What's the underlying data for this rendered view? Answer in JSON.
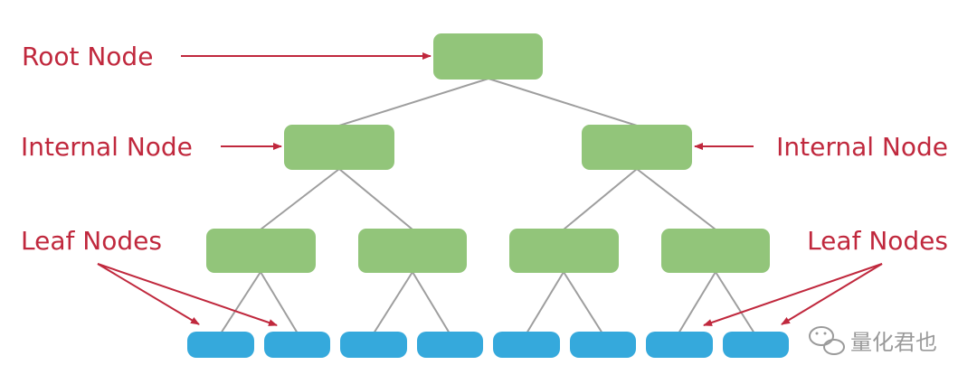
{
  "labels": {
    "root": "Root Node",
    "internal_left": "Internal Node",
    "internal_right": "Internal Node",
    "leaf_left": "Leaf Nodes",
    "leaf_right": "Leaf Nodes"
  },
  "watermark": {
    "text": "量化君也",
    "icon": "wechat-icon"
  },
  "colors": {
    "label_text": "#c0283d",
    "arrow": "#c0283d",
    "internal_node": "#92c57a",
    "leaf_node": "#35a9dc",
    "edge": "#999999",
    "watermark": "#9a9a9a"
  }
}
